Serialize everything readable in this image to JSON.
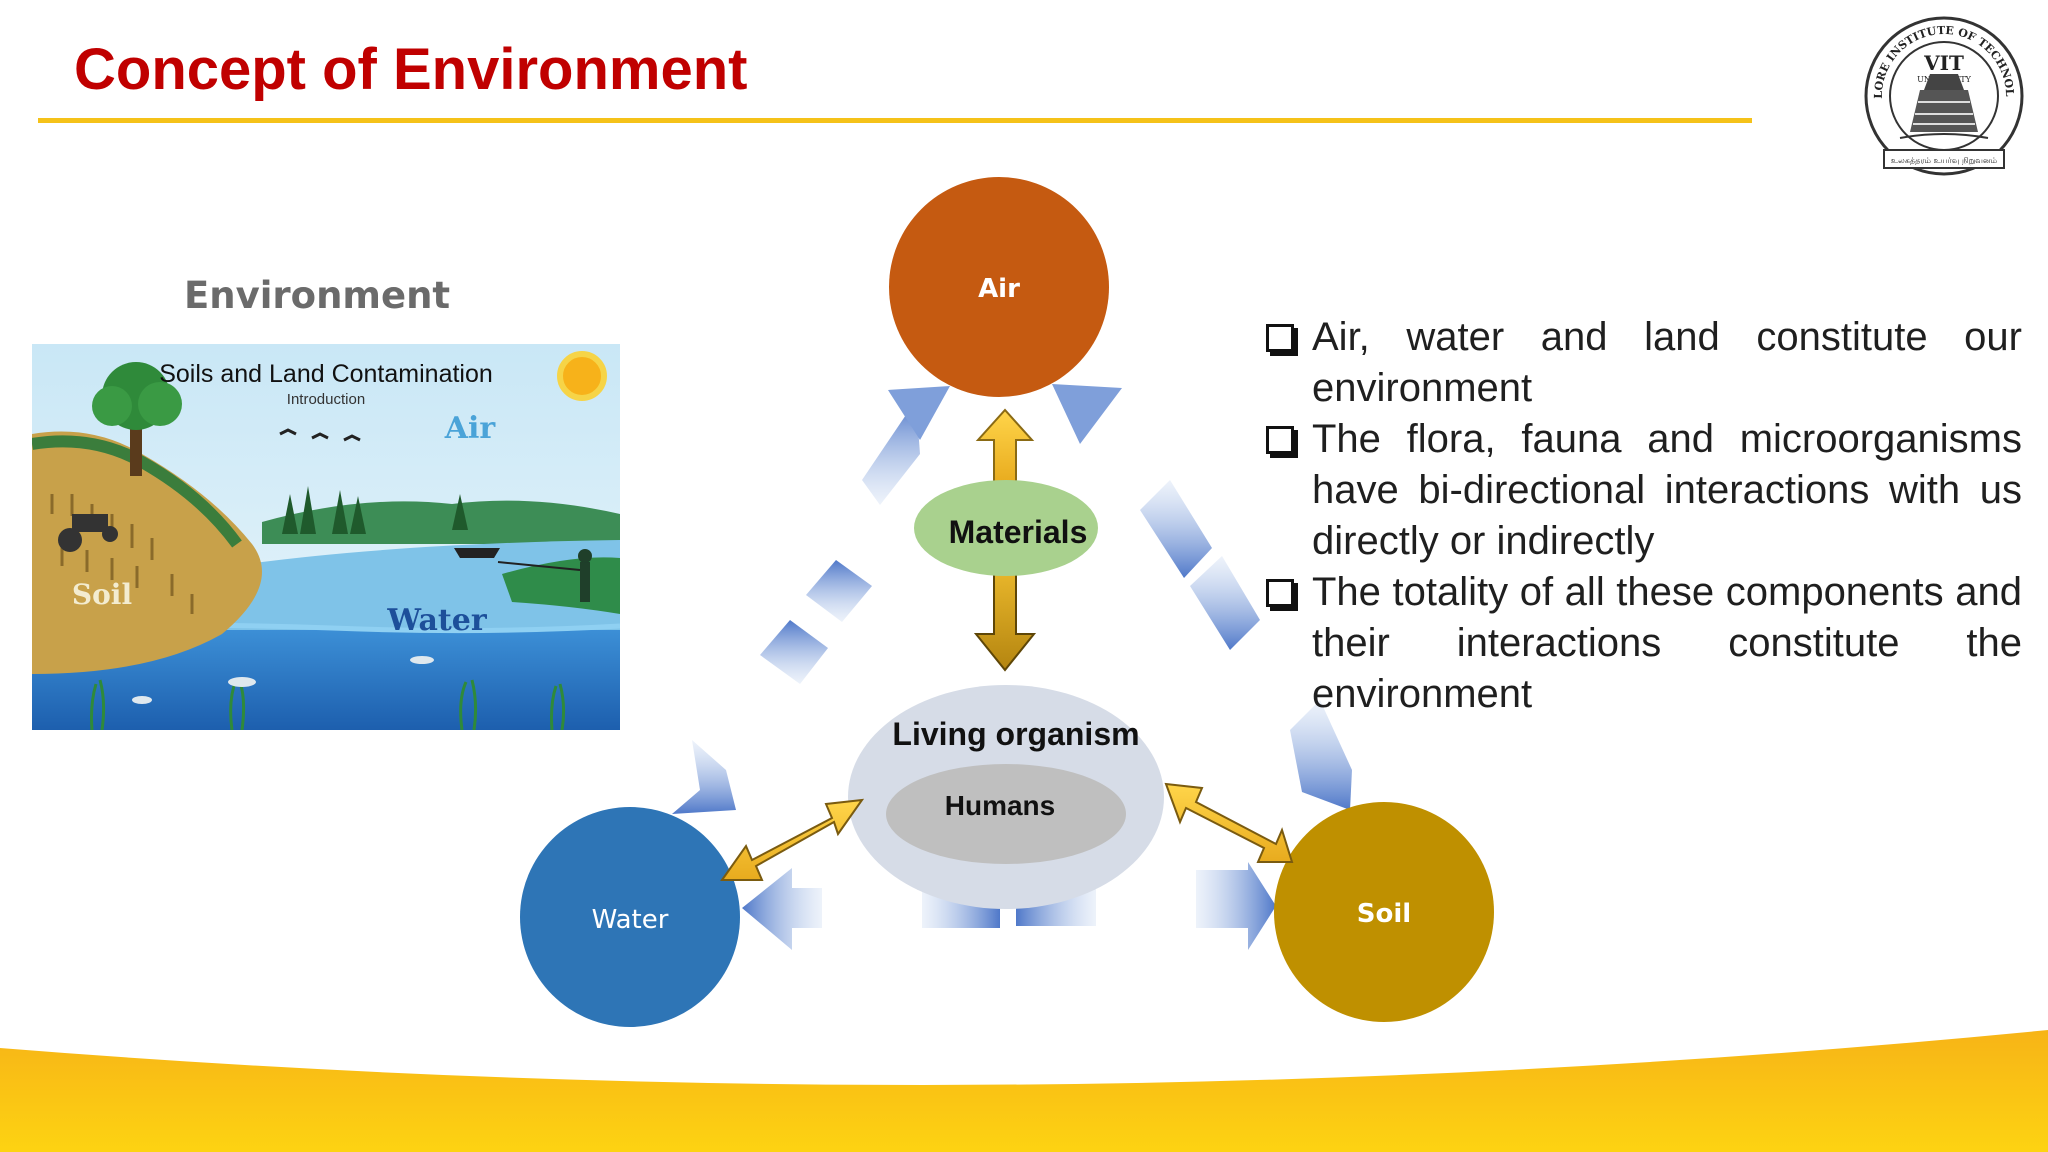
{
  "slide": {
    "title": "Concept of Environment",
    "environment_label": "Environment"
  },
  "illustration": {
    "title": "Soils and Land Contamination",
    "subtitle": "Introduction",
    "air": "Air",
    "soil": "Soil",
    "water": "Water"
  },
  "logo": {
    "ring_text": "VELLORE INSTITUTE OF TECHNOLOGY",
    "name": "VIT",
    "sub": "UNIVERSITY",
    "motto": "உலகத்தரம் உயர்வு நிறுவனம்"
  },
  "diagram": {
    "air": "Air",
    "water": "Water",
    "soil": "Soil",
    "materials": "Materials",
    "living": "Living organism",
    "humans": "Humans"
  },
  "bullets": [
    "Air, water and land constitute our environment",
    "The flora, fauna and microorganisms have bi-directional interactions with us directly or indirectly",
    "The totality of all these components and their interactions constitute the environment"
  ],
  "colors": {
    "title": "#c00000",
    "accent": "#f5c219",
    "air": "#c55a11",
    "water": "#2e75b6",
    "soil": "#bf9000",
    "materials": "#a9d18e"
  }
}
